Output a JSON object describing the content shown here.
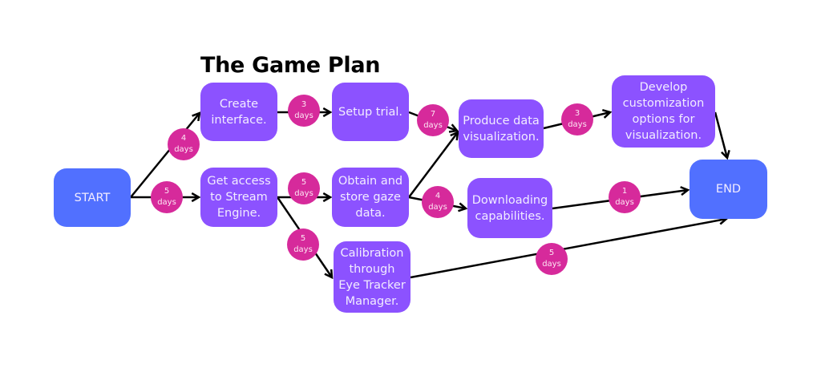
{
  "title": "The Game Plan",
  "colors": {
    "task": "#8c52ff",
    "terminal": "#5170ff",
    "duration_badge": "#d62a9b",
    "arrow": "#000000"
  },
  "nodes": {
    "start": "START",
    "create_interface": "Create interface.",
    "get_access": "Get access to Stream Engine.",
    "setup_trial": "Setup trial.",
    "obtain_store": "Obtain and store gaze data.",
    "calibration": "Calibration through Eye Tracker Manager.",
    "produce_viz": "Produce data visualization.",
    "downloading": "Downloading capabilities.",
    "develop_custom": "Develop customization options for visualization.",
    "end": "END"
  },
  "edges": [
    {
      "from": "start",
      "to": "create_interface",
      "num": "4",
      "unit": "days"
    },
    {
      "from": "start",
      "to": "get_access",
      "num": "5",
      "unit": "days"
    },
    {
      "from": "create_interface",
      "to": "setup_trial",
      "num": "3",
      "unit": "days"
    },
    {
      "from": "get_access",
      "to": "obtain_store",
      "num": "5",
      "unit": "days"
    },
    {
      "from": "get_access",
      "to": "calibration",
      "num": "5",
      "unit": "days"
    },
    {
      "from": "setup_trial",
      "to": "produce_viz",
      "num": "7",
      "unit": "days"
    },
    {
      "from": "obtain_store",
      "to": "produce_viz",
      "num": "",
      "unit": ""
    },
    {
      "from": "obtain_store",
      "to": "downloading",
      "num": "4",
      "unit": "days"
    },
    {
      "from": "produce_viz",
      "to": "develop_custom",
      "num": "3",
      "unit": "days"
    },
    {
      "from": "downloading",
      "to": "end",
      "num": "1",
      "unit": "days"
    },
    {
      "from": "develop_custom",
      "to": "end",
      "num": "",
      "unit": ""
    },
    {
      "from": "calibration",
      "to": "end",
      "num": "5",
      "unit": "days"
    }
  ]
}
